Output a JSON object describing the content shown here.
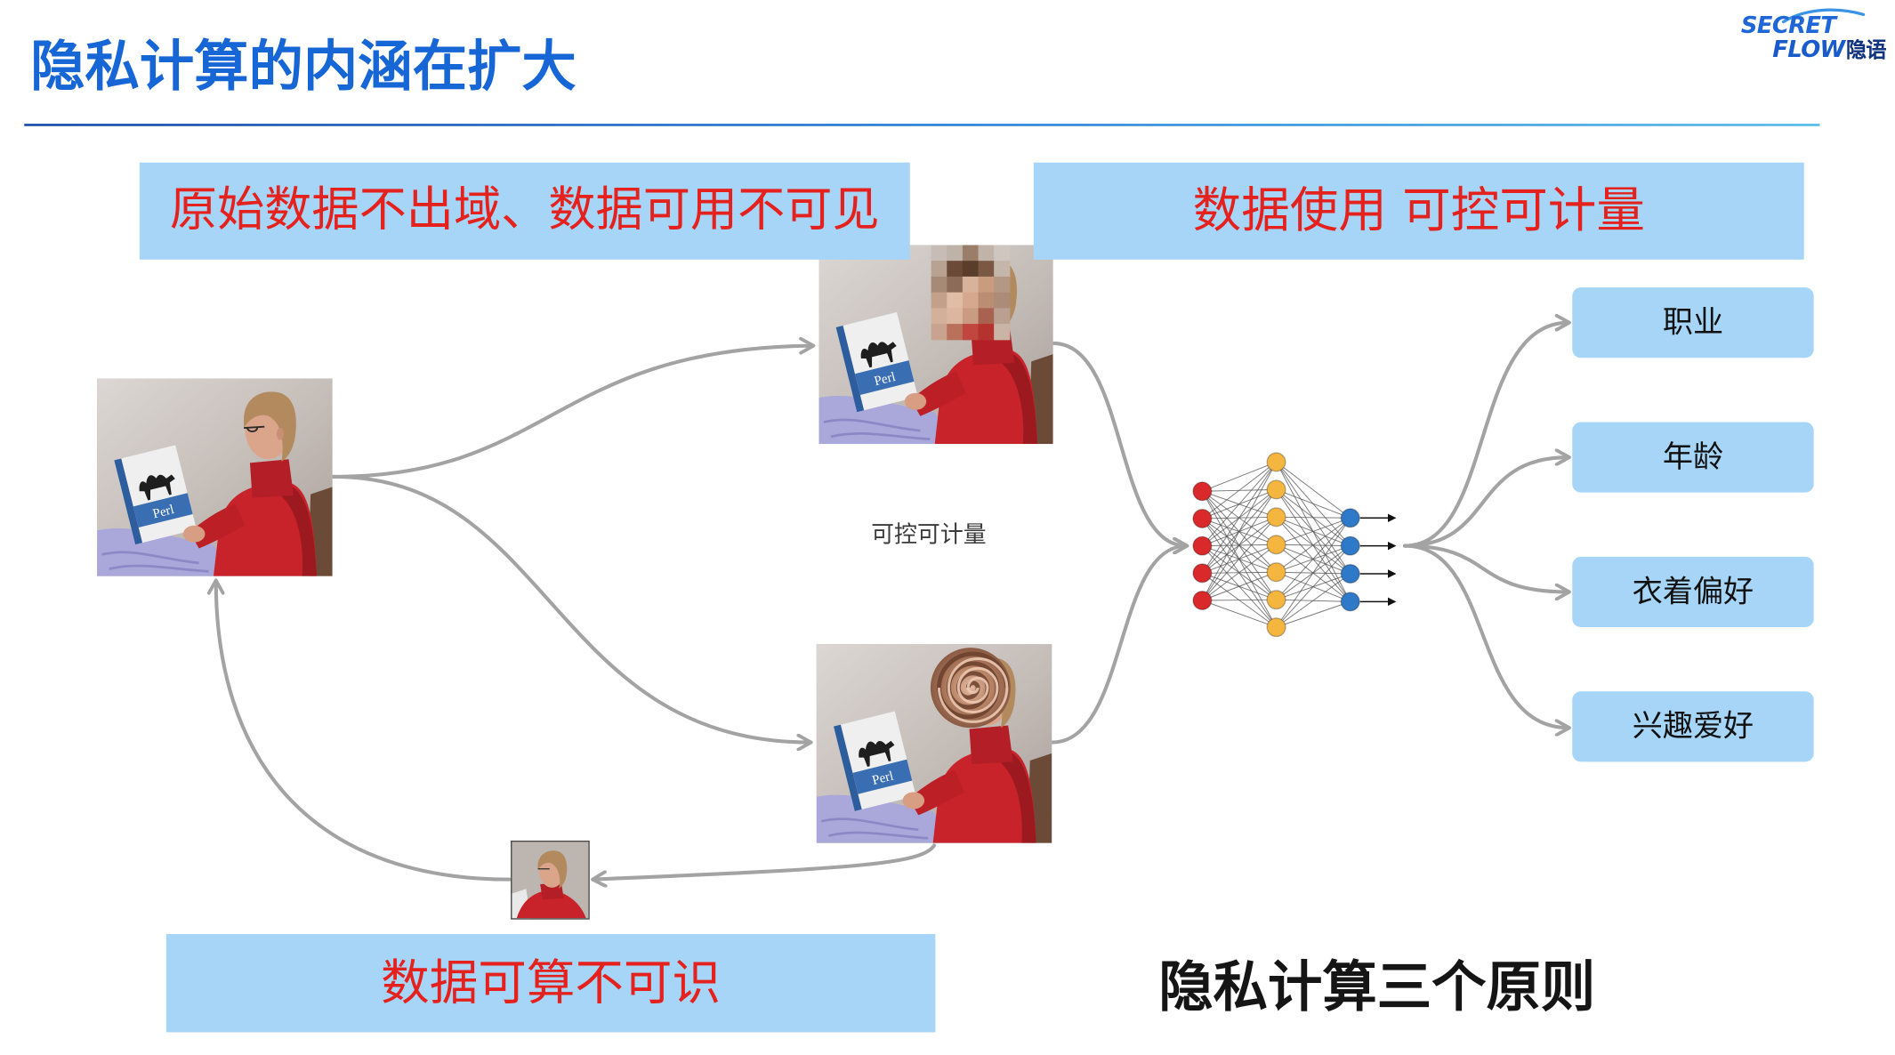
{
  "slide": {
    "title": "隐私计算的内涵在扩大",
    "logo": {
      "line1": "SECRET",
      "line2": "FLOW",
      "line2_cn": "隐语"
    }
  },
  "principles": {
    "raw_data": "原始数据不出域、数据可用不可见",
    "data_usage": "数据使用 可控可计量",
    "computable": "数据可算不可识"
  },
  "diagram": {
    "flow_label": "可控可计量",
    "book_title": "Perl",
    "network": {
      "layers": [
        {
          "nodes": 5,
          "color": "#d9292b"
        },
        {
          "nodes": 7,
          "color": "#f4b63f"
        },
        {
          "nodes": 4,
          "color": "#2f79c9"
        }
      ]
    },
    "outputs": [
      "职业",
      "年龄",
      "衣着偏好",
      "兴趣爱好"
    ]
  },
  "caption": "隐私计算三个原则",
  "colors": {
    "title": "#1766d6",
    "box_background": "#a6d5f7",
    "principle_text": "#e4211c",
    "arrow": "#a3a3a3"
  }
}
